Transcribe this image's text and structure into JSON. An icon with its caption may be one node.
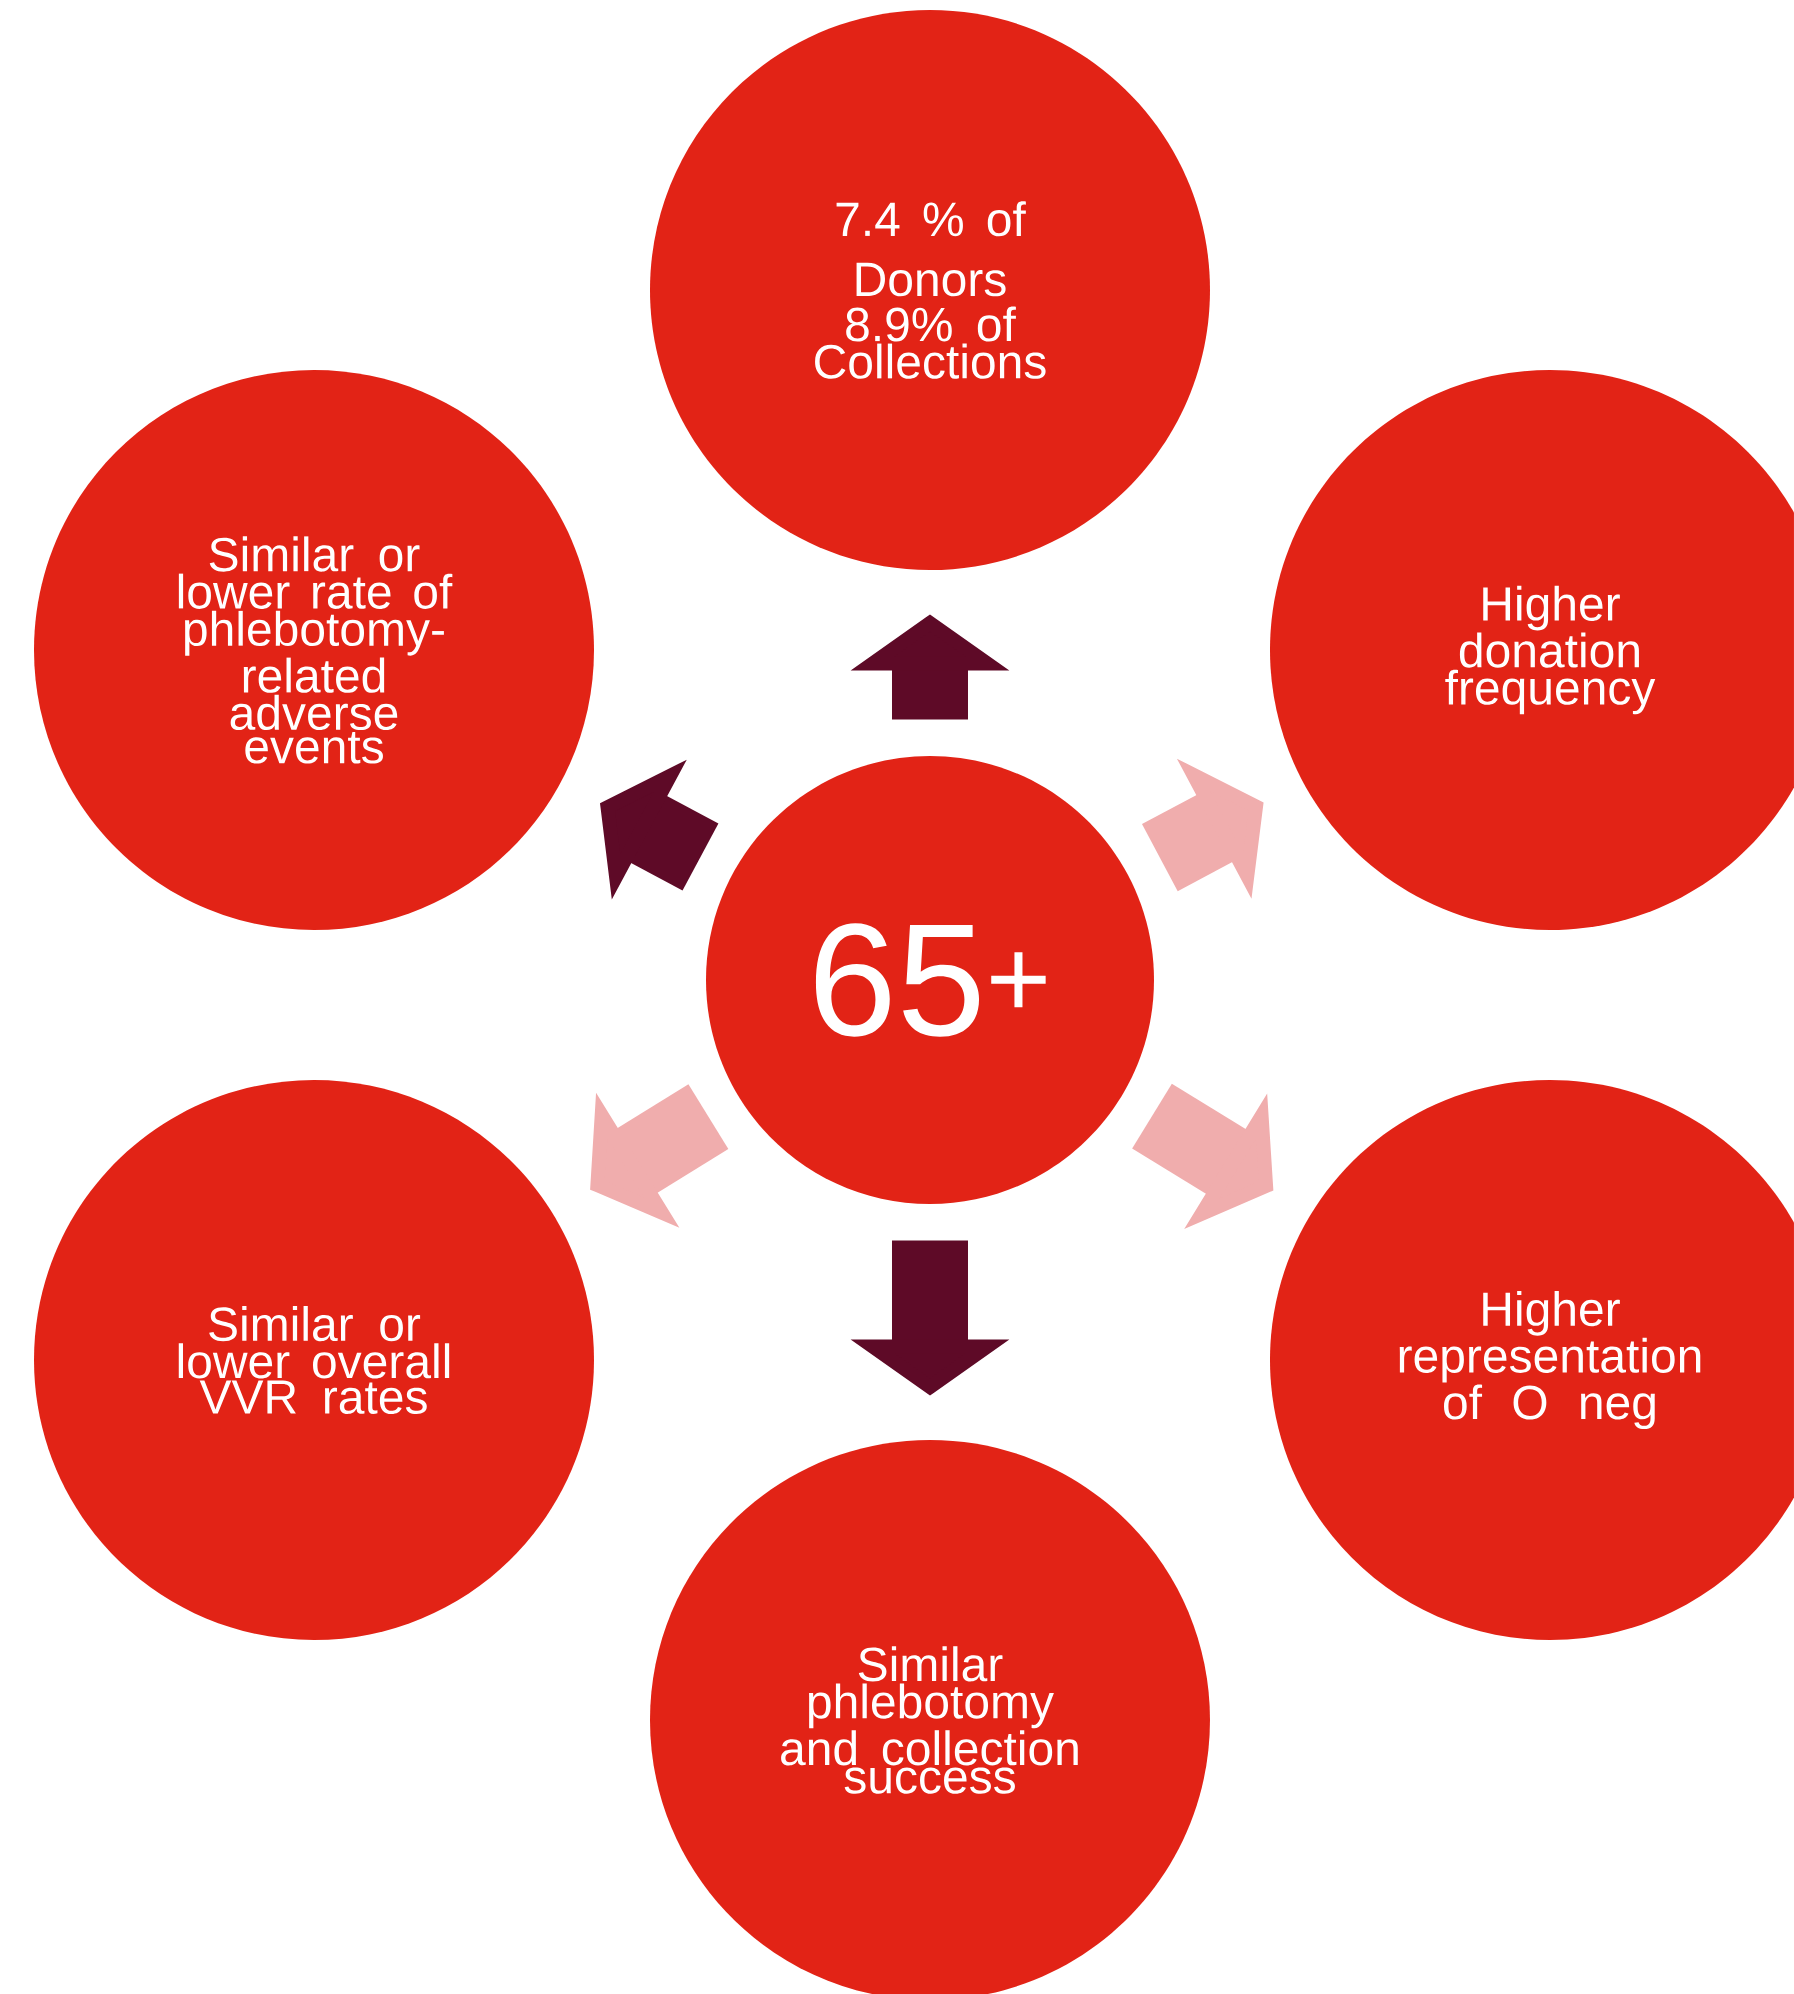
{
  "diagram": {
    "nodes": [
      {
        "text": [
          "7.4 % of Donors",
          "8.9% of Collections"
        ]
      },
      {
        "text": [
          "Similar or lower rate of phlebotomy-related adverse events"
        ]
      },
      {
        "text": [
          "Higher donation frequency"
        ]
      },
      {
        "text": [
          "65$^{+}$"
        ]
      },
      {
        "text": [
          "Similar or lower overall VVR rates"
        ]
      },
      {
        "text": [
          "Higher representation of O neg"
        ]
      },
      {
        "text": [
          "Similar phlebotomy and collection success"
        ]
      }
    ],
    "edges": [
      {
        "from": 3,
        "to": 0,
        "arrow": "to",
        "color": "#5e0a27"
      },
      {
        "from": 3,
        "to": 1,
        "arrow": "to",
        "color": "#5e0a27"
      },
      {
        "from": 3,
        "to": 2,
        "arrow": "to",
        "color": "#f0adad"
      },
      {
        "from": 3,
        "to": 4,
        "arrow": "to",
        "color": "#f0adad"
      },
      {
        "from": 3,
        "to": 5,
        "arrow": "to",
        "color": "#f0adad"
      },
      {
        "from": 3,
        "to": 6,
        "arrow": "to",
        "color": "#5e0a27"
      }
    ]
  }
}
